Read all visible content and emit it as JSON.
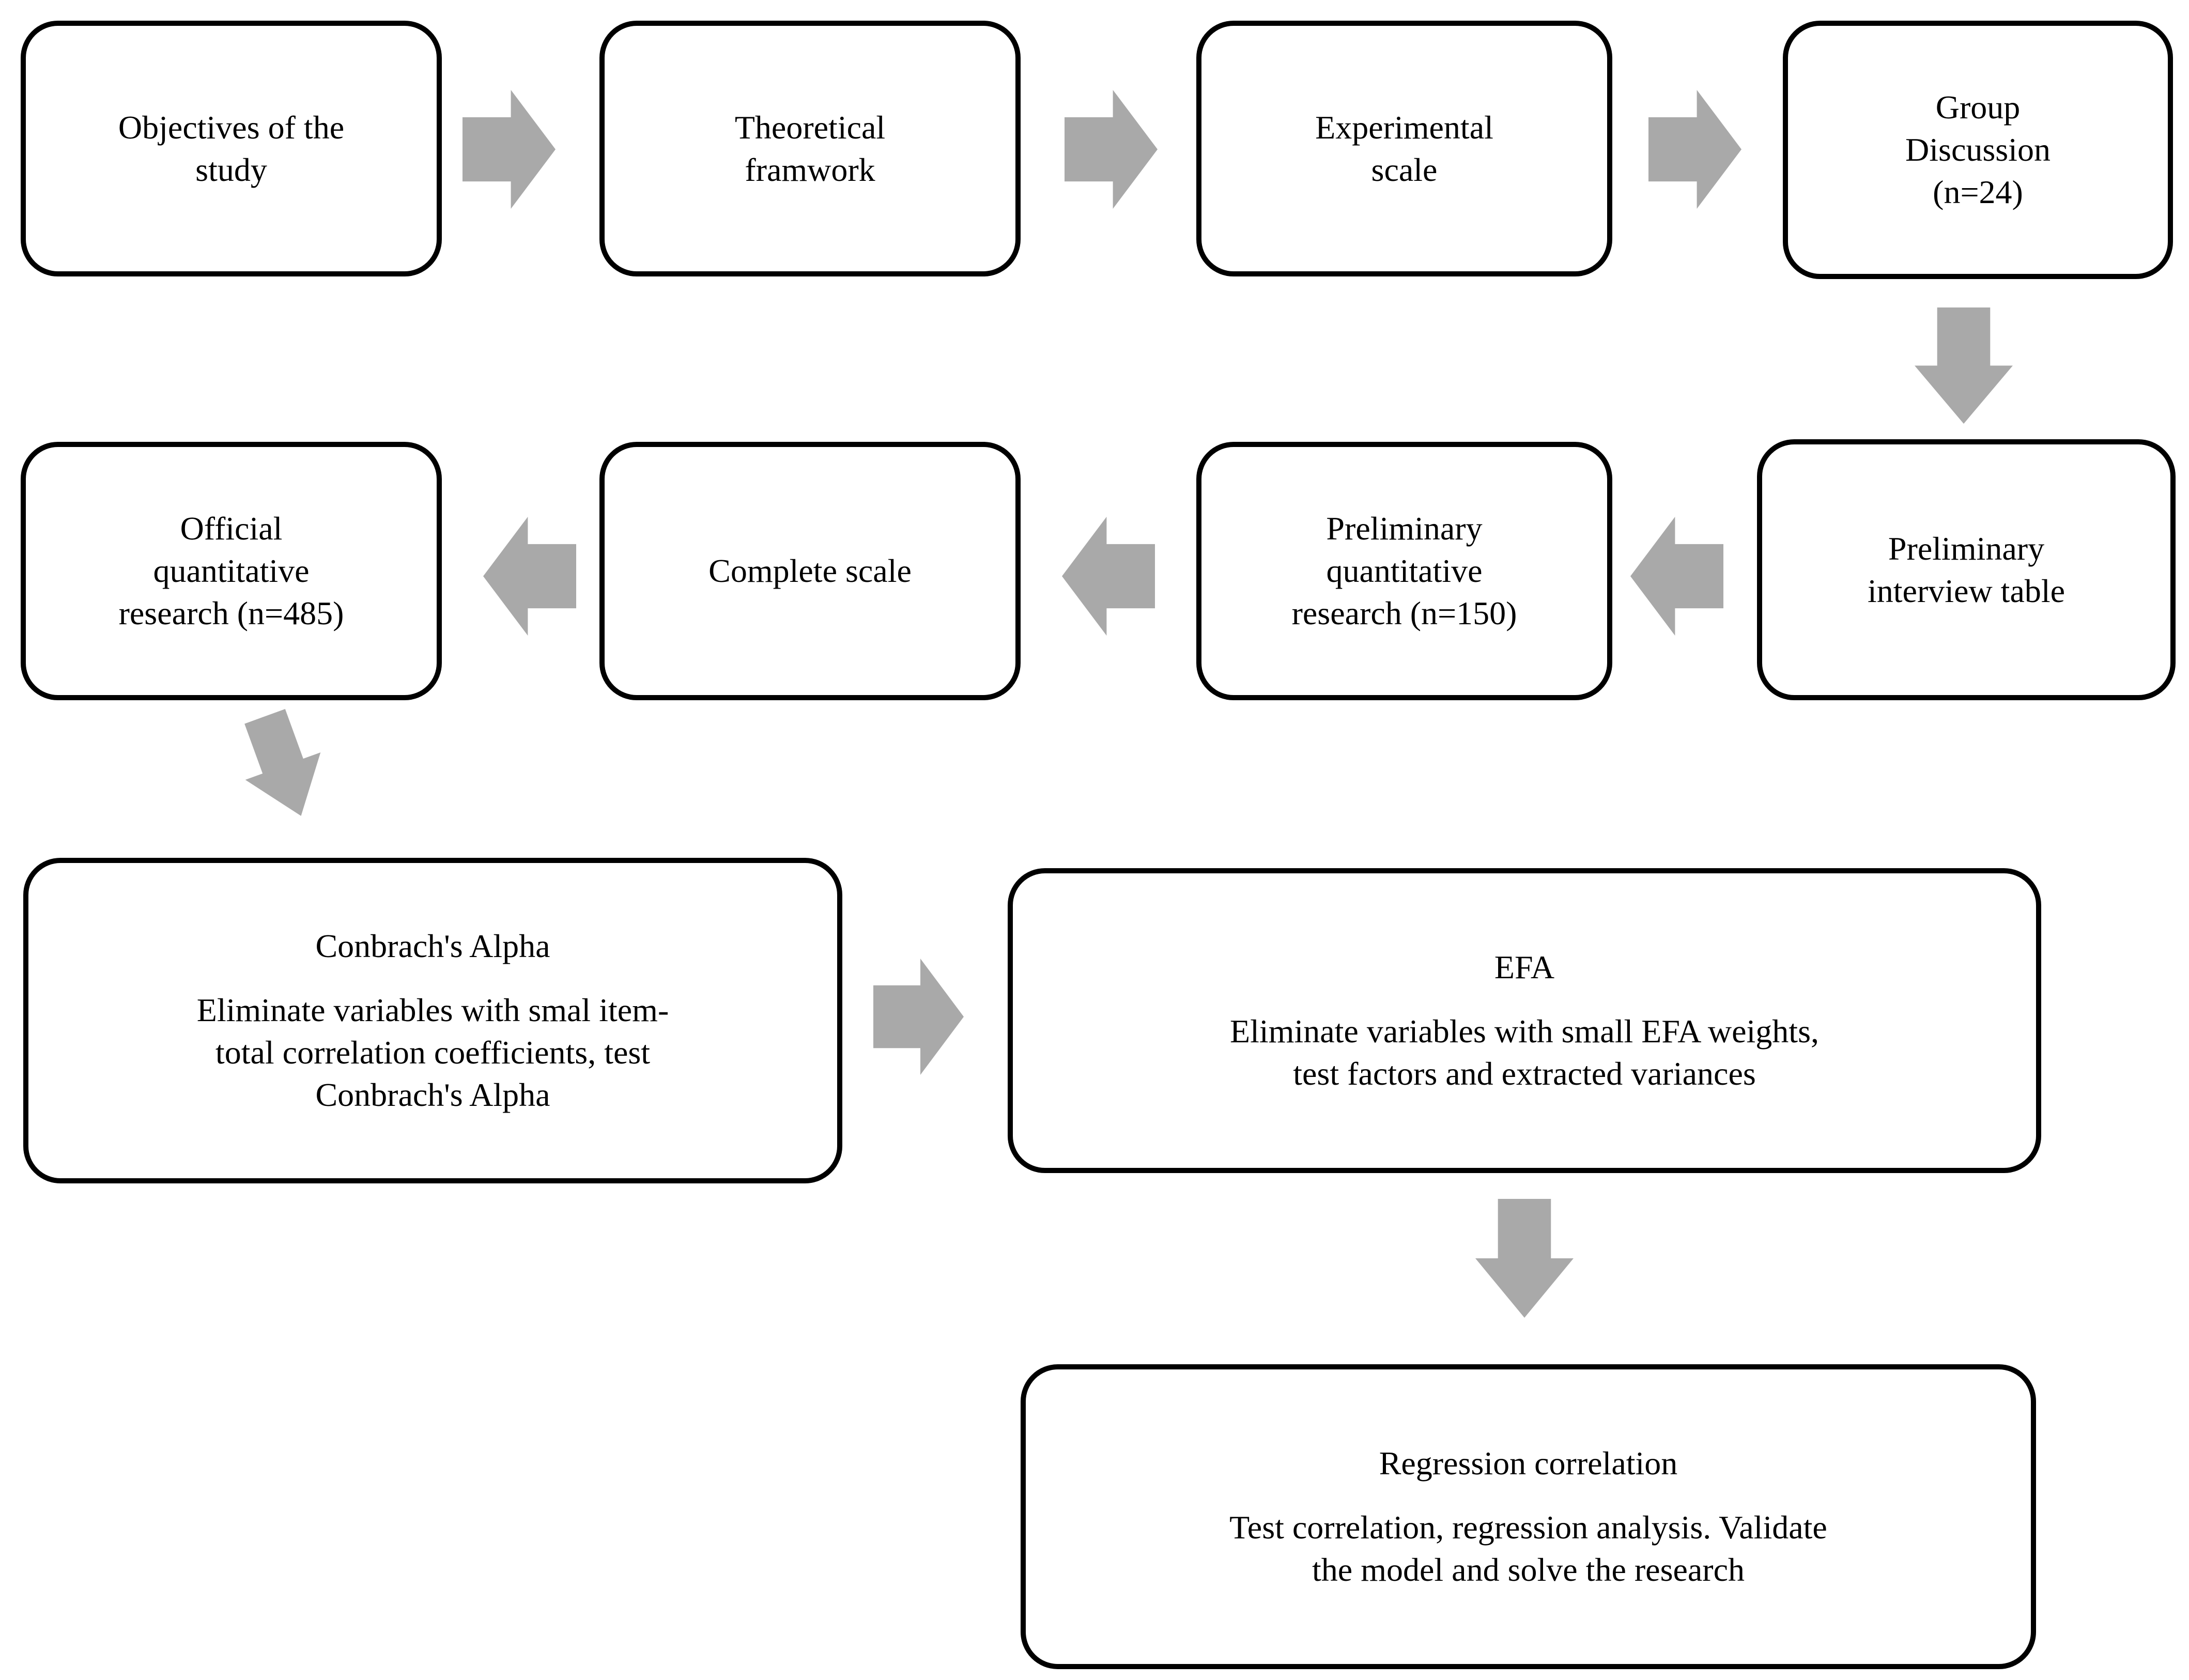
{
  "figure": {
    "type": "flowchart",
    "background_color": "#ffffff",
    "box_border_color": "#000000",
    "box_fill_color": "#ffffff",
    "arrow_color": "#A9A9A9",
    "text_color": "#000000"
  },
  "nodes": [
    {
      "id": "objectives",
      "text": "Objectives of the\nstudy"
    },
    {
      "id": "theoretical-framework",
      "text": "Theoretical\nframwork"
    },
    {
      "id": "experimental-scale",
      "text": "Experimental\nscale"
    },
    {
      "id": "group-discussion",
      "text": "Group\nDiscussion\n(n=24)"
    },
    {
      "id": "official-quantitative-research",
      "text": "Official\nquantitative\nresearch (n=485)"
    },
    {
      "id": "complete-scale",
      "text": "Complete scale"
    },
    {
      "id": "preliminary-quantitative-research",
      "text": "Preliminary\nquantitative\nresearch (n=150)"
    },
    {
      "id": "preliminary-interview-table",
      "text": "Preliminary\ninterview table"
    },
    {
      "id": "cronbachs-alpha",
      "title": "Conbrach's Alpha",
      "body": "Eliminate variables with smal item-\ntotal correlation coefficients, test\nConbrach's Alpha"
    },
    {
      "id": "efa",
      "title": "EFA",
      "body": "Eliminate variables with small EFA weights,\ntest factors and extracted variances"
    },
    {
      "id": "regression-correlation",
      "title": "Regression correlation",
      "body": "Test correlation, regression analysis. Validate\nthe model and solve the research"
    }
  ],
  "arrows": [
    {
      "from": "objectives",
      "to": "theoretical-framework",
      "direction": "right"
    },
    {
      "from": "theoretical-framework",
      "to": "experimental-scale",
      "direction": "right"
    },
    {
      "from": "experimental-scale",
      "to": "group-discussion",
      "direction": "right"
    },
    {
      "from": "group-discussion",
      "to": "preliminary-interview-table",
      "direction": "down"
    },
    {
      "from": "preliminary-interview-table",
      "to": "preliminary-quantitative-research",
      "direction": "left"
    },
    {
      "from": "preliminary-quantitative-research",
      "to": "complete-scale",
      "direction": "left"
    },
    {
      "from": "complete-scale",
      "to": "official-quantitative-research",
      "direction": "left"
    },
    {
      "from": "official-quantitative-research",
      "to": "cronbachs-alpha",
      "direction": "down-left"
    },
    {
      "from": "cronbachs-alpha",
      "to": "efa",
      "direction": "right"
    },
    {
      "from": "efa",
      "to": "regression-correlation",
      "direction": "down"
    }
  ]
}
